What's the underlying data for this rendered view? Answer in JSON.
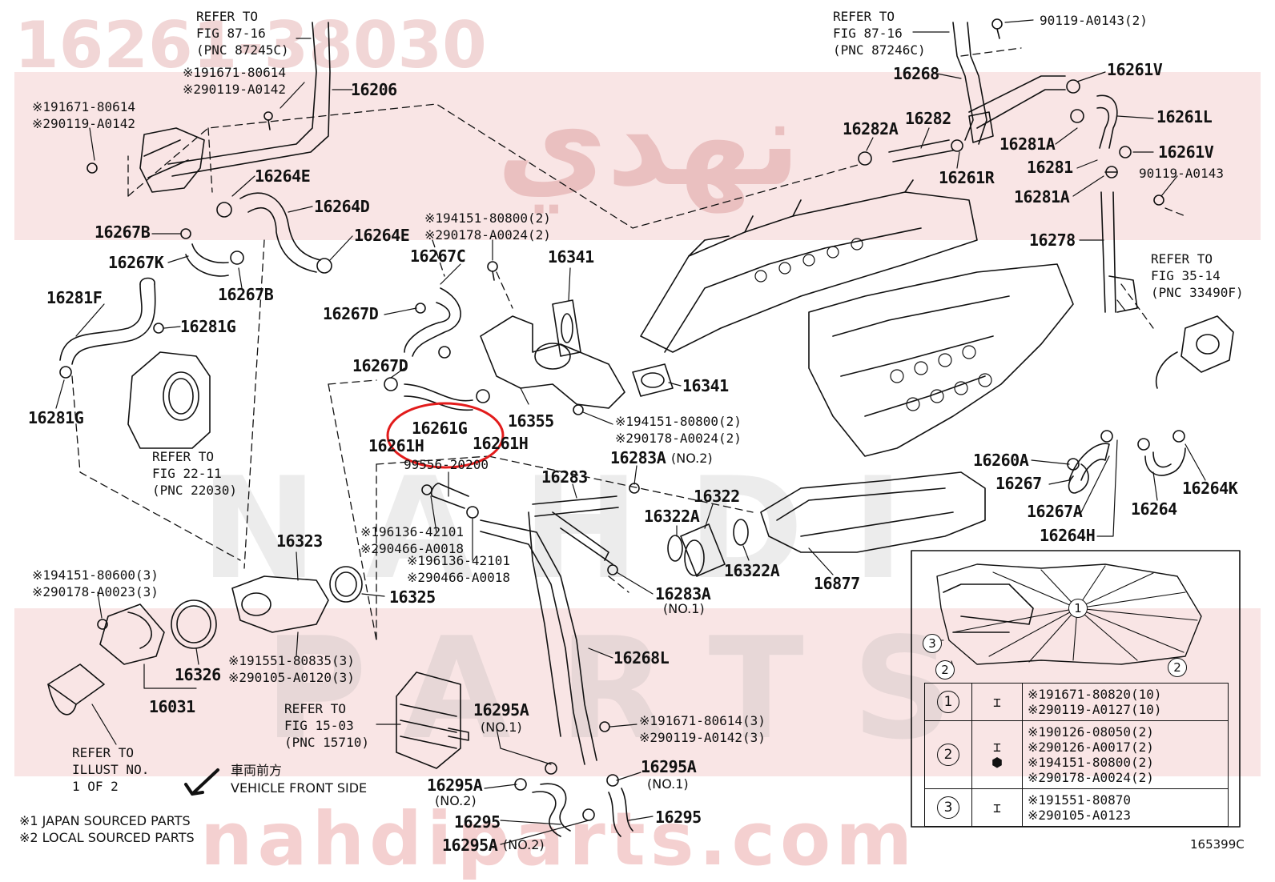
{
  "watermark": {
    "top_code": "16261-38030",
    "arabic": "نهدي",
    "word1": "NAHDI",
    "word2": "PARTS",
    "bottom": "nahdiparts.com"
  },
  "diagram_id": "165399C",
  "highlighted_part": "16261G",
  "parts": [
    {
      "id": "16206",
      "text": "16206"
    },
    {
      "id": "16264E-a",
      "text": "16264E"
    },
    {
      "id": "16264D",
      "text": "16264D"
    },
    {
      "id": "16264E-b",
      "text": "16264E"
    },
    {
      "id": "16267B-a",
      "text": "16267B"
    },
    {
      "id": "16267K",
      "text": "16267K"
    },
    {
      "id": "16267B-b",
      "text": "16267B"
    },
    {
      "id": "16281F",
      "text": "16281F"
    },
    {
      "id": "16281G-a",
      "text": "16281G"
    },
    {
      "id": "16281G-b",
      "text": "16281G"
    },
    {
      "id": "16267C",
      "text": "16267C"
    },
    {
      "id": "16341-a",
      "text": "16341"
    },
    {
      "id": "16267D-a",
      "text": "16267D"
    },
    {
      "id": "16267D-b",
      "text": "16267D"
    },
    {
      "id": "16341-b",
      "text": "16341"
    },
    {
      "id": "16261G",
      "text": "16261G"
    },
    {
      "id": "16355",
      "text": "16355"
    },
    {
      "id": "16261H-a",
      "text": "16261H"
    },
    {
      "id": "16261H-b",
      "text": "16261H"
    },
    {
      "id": "16283",
      "text": "16283"
    },
    {
      "id": "16283A-a",
      "text": "16283A"
    },
    {
      "id": "16322",
      "text": "16322"
    },
    {
      "id": "16322A-a",
      "text": "16322A"
    },
    {
      "id": "16322A-b",
      "text": "16322A"
    },
    {
      "id": "16877",
      "text": "16877"
    },
    {
      "id": "16283A-b",
      "text": "16283A"
    },
    {
      "id": "16323",
      "text": "16323"
    },
    {
      "id": "16325",
      "text": "16325"
    },
    {
      "id": "16326",
      "text": "16326"
    },
    {
      "id": "16031",
      "text": "16031"
    },
    {
      "id": "16268L",
      "text": "16268L"
    },
    {
      "id": "16295A-a",
      "text": "16295A"
    },
    {
      "id": "16295A-b",
      "text": "16295A"
    },
    {
      "id": "16295A-c",
      "text": "16295A"
    },
    {
      "id": "16295A-d",
      "text": "16295A"
    },
    {
      "id": "16295-a",
      "text": "16295"
    },
    {
      "id": "16295-b",
      "text": "16295"
    },
    {
      "id": "16268",
      "text": "16268"
    },
    {
      "id": "16261V-a",
      "text": "16261V"
    },
    {
      "id": "16261L",
      "text": "16261L"
    },
    {
      "id": "16282A",
      "text": "16282A"
    },
    {
      "id": "16282",
      "text": "16282"
    },
    {
      "id": "16281A-a",
      "text": "16281A"
    },
    {
      "id": "16261V-b",
      "text": "16261V"
    },
    {
      "id": "16281",
      "text": "16281"
    },
    {
      "id": "16261R",
      "text": "16261R"
    },
    {
      "id": "16281A-b",
      "text": "16281A"
    },
    {
      "id": "16278",
      "text": "16278"
    },
    {
      "id": "16260A",
      "text": "16260A"
    },
    {
      "id": "16267",
      "text": "16267"
    },
    {
      "id": "16267A",
      "text": "16267A"
    },
    {
      "id": "16264",
      "text": "16264"
    },
    {
      "id": "16264H",
      "text": "16264H"
    },
    {
      "id": "16264K",
      "text": "16264K"
    },
    {
      "id": "99556",
      "text": "99556-20200"
    }
  ],
  "notes": [
    {
      "id": "n1",
      "text": "※191671-80614\n※290119-A0142"
    },
    {
      "id": "n2",
      "text": "※191671-80614\n※290119-A0142"
    },
    {
      "id": "n3",
      "text": "※194151-80800(2)\n※290178-A0024(2)"
    },
    {
      "id": "n4",
      "text": "※194151-80800(2)\n※290178-A0024(2)"
    },
    {
      "id": "n5",
      "text": "※196136-42101\n※290466-A0018"
    },
    {
      "id": "n6",
      "text": "※196136-42101\n※290466-A0018"
    },
    {
      "id": "n7",
      "text": "※194151-80600(3)\n※290178-A0023(3)"
    },
    {
      "id": "n8",
      "text": "※191551-80835(3)\n※290105-A0120(3)"
    },
    {
      "id": "n9",
      "text": "※191671-80614(3)\n※290119-A0142(3)"
    },
    {
      "id": "n10",
      "text": "90119-A0143(2)"
    },
    {
      "id": "n11",
      "text": "90119-A0143"
    }
  ],
  "qualifiers": {
    "no2_a": "(NO.2)",
    "no1_a": "(NO.1)",
    "no1_b": "(NO.1)",
    "no1_c": "(NO.1)",
    "no2_b": "(NO.2)",
    "no2_c": "(NO.2)"
  },
  "refs": [
    {
      "id": "r1",
      "text": "REFER TO\nFIG 87-16\n(PNC 87245C)"
    },
    {
      "id": "r2",
      "text": "REFER TO\nFIG 87-16\n(PNC 87246C)"
    },
    {
      "id": "r3",
      "text": "REFER TO\nFIG 35-14\n(PNC 33490F)"
    },
    {
      "id": "r4",
      "text": "REFER TO\nFIG 22-11\n(PNC 22030)"
    },
    {
      "id": "r5",
      "text": "REFER TO\nFIG 15-03\n(PNC 15710)"
    },
    {
      "id": "r6",
      "text": "REFER TO\nILLUST NO.\n1 OF 2"
    }
  ],
  "direction": {
    "jp": "車両前方",
    "en": "VEHICLE FRONT SIDE"
  },
  "footnotes": {
    "f1": "※1 JAPAN SOURCED PARTS",
    "f2": "※2 LOCAL SOURCED PARTS"
  },
  "legend": [
    {
      "num": "1",
      "codes": "※191671-80820(10)\n※290119-A0127(10)"
    },
    {
      "num": "2",
      "codes": "※190126-08050(2)\n※290126-A0017(2)\n※194151-80800(2)\n※290178-A0024(2)"
    },
    {
      "num": "3",
      "codes": "※191551-80870\n※290105-A0123"
    }
  ],
  "inset_bubbles": [
    "1",
    "2",
    "2",
    "3",
    "2"
  ]
}
